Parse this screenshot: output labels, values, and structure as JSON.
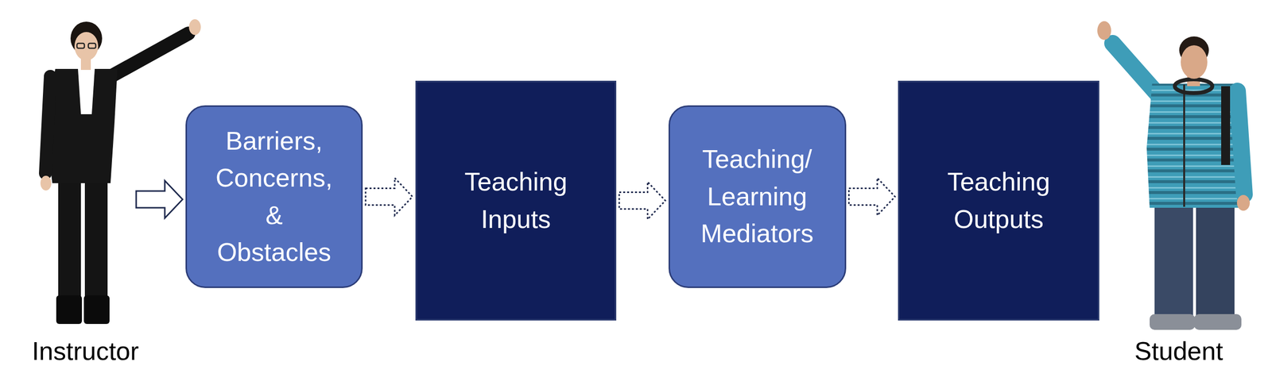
{
  "diagram": {
    "nodes": [
      {
        "text": [
          "Barriers, Concerns, & Obstacles"
        ]
      },
      {
        "text": [
          "Teaching Inputs"
        ]
      },
      {
        "text": [
          "Teaching/ Learning Mediators"
        ]
      },
      {
        "text": [
          "Teaching Outputs"
        ]
      }
    ],
    "edges": [
      {
        "from": 0,
        "to": 1,
        "arrow": "to"
      },
      {
        "from": 1,
        "to": 2,
        "arrow": "to"
      },
      {
        "from": 2,
        "to": 3,
        "arrow": "to"
      }
    ],
    "labels": [
      "Instructor",
      "Student"
    ]
  }
}
